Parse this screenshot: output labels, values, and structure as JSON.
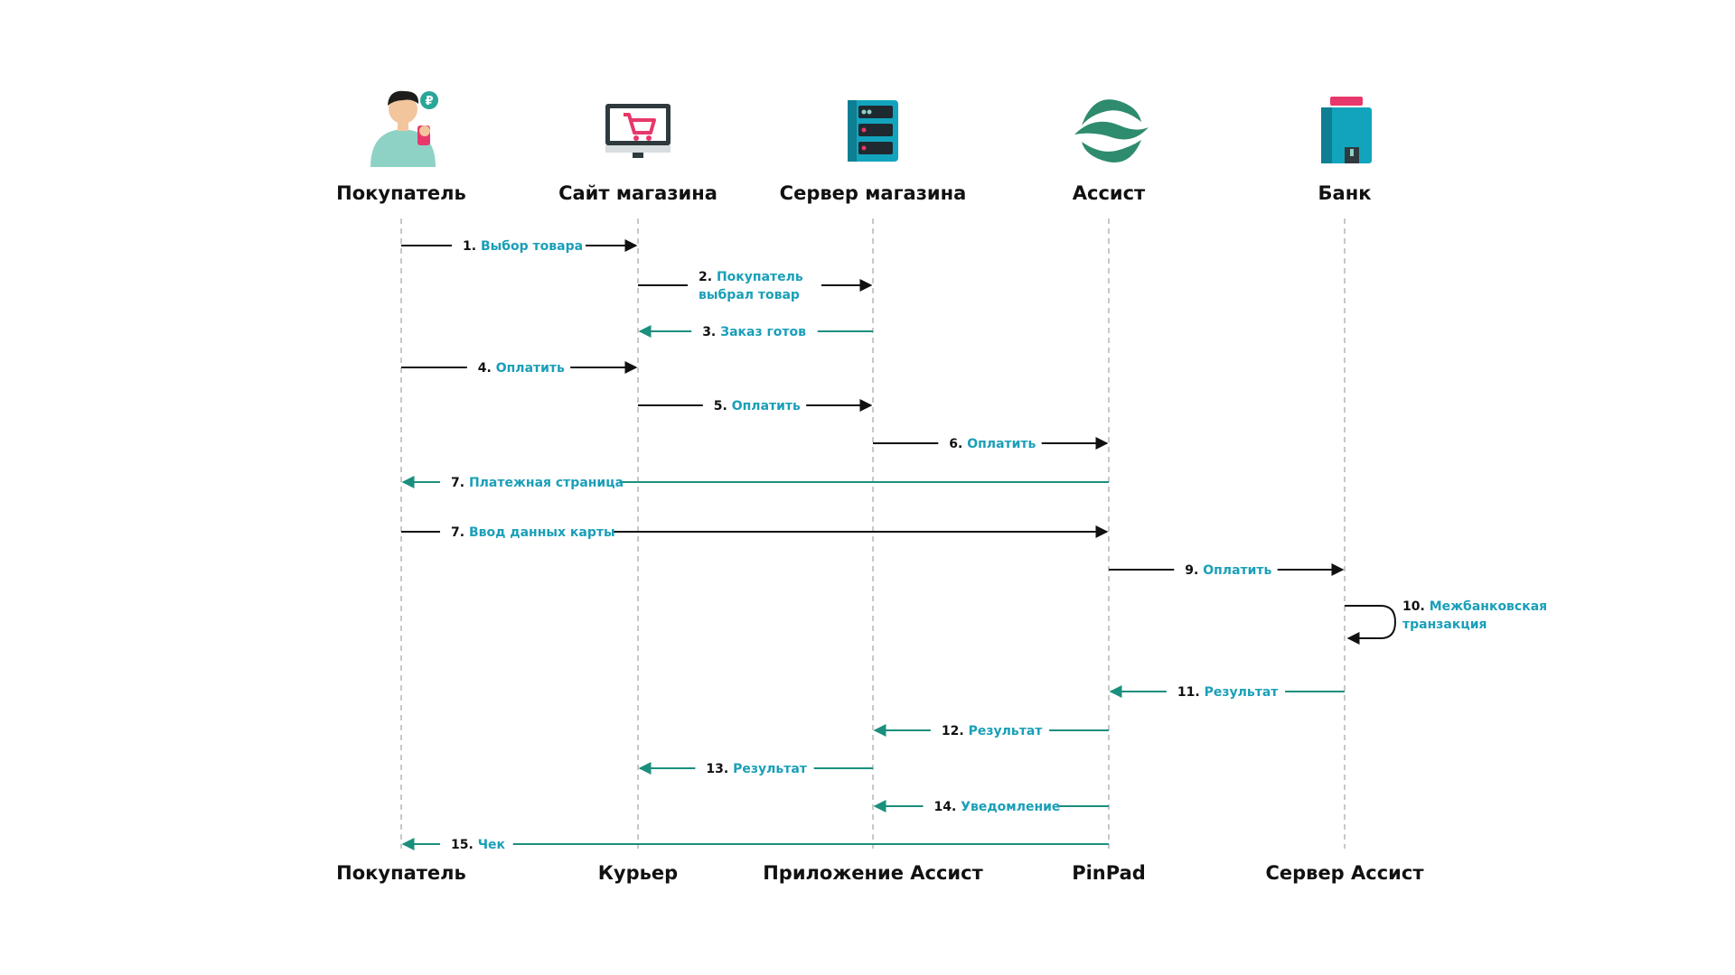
{
  "colors": {
    "request_arrow": "#111111",
    "response_arrow": "#1b8f7e",
    "label_text": "#1a9fb8",
    "lifeline": "#b5b5b5"
  },
  "actors": [
    {
      "top": "Покупатель",
      "bottom": "Покупатель",
      "icon": "customer-with-phone-icon"
    },
    {
      "top": "Сайт магазина",
      "bottom": "Курьер",
      "icon": "shop-website-monitor-icon"
    },
    {
      "top": "Сервер магазина",
      "bottom": "Приложение Ассист",
      "icon": "server-rack-icon"
    },
    {
      "top": "Ассист",
      "bottom": "PinPad",
      "icon": "assist-logo-icon"
    },
    {
      "top": "Банк",
      "bottom": "Сервер Ассист",
      "icon": "bank-building-icon"
    }
  ],
  "messages": [
    {
      "num": "1.",
      "lines": [
        "Выбор товара"
      ],
      "from": 0,
      "to": 1,
      "kind": "request"
    },
    {
      "num": "2.",
      "lines": [
        "Покупатель",
        "выбрал товар"
      ],
      "from": 1,
      "to": 2,
      "kind": "request"
    },
    {
      "num": "3.",
      "lines": [
        "Заказ готов"
      ],
      "from": 2,
      "to": 1,
      "kind": "response"
    },
    {
      "num": "4.",
      "lines": [
        "Оплатить"
      ],
      "from": 0,
      "to": 1,
      "kind": "request"
    },
    {
      "num": "5.",
      "lines": [
        "Оплатить"
      ],
      "from": 1,
      "to": 2,
      "kind": "request"
    },
    {
      "num": "6.",
      "lines": [
        "Оплатить"
      ],
      "from": 2,
      "to": 3,
      "kind": "request"
    },
    {
      "num": "7.",
      "lines": [
        "Платежная страница"
      ],
      "from": 3,
      "to": 0,
      "kind": "response"
    },
    {
      "num": "7.",
      "lines": [
        "Ввод данных карты"
      ],
      "from": 0,
      "to": 3,
      "kind": "request"
    },
    {
      "num": "9.",
      "lines": [
        "Оплатить"
      ],
      "from": 3,
      "to": 4,
      "kind": "request"
    },
    {
      "num": "10.",
      "lines": [
        "Межбанковская",
        "транзакция"
      ],
      "from": 4,
      "to": 4,
      "kind": "self"
    },
    {
      "num": "11.",
      "lines": [
        "Результат"
      ],
      "from": 4,
      "to": 3,
      "kind": "response"
    },
    {
      "num": "12.",
      "lines": [
        "Результат"
      ],
      "from": 3,
      "to": 2,
      "kind": "response"
    },
    {
      "num": "13.",
      "lines": [
        "Результат"
      ],
      "from": 2,
      "to": 1,
      "kind": "response"
    },
    {
      "num": "14.",
      "lines": [
        "Уведомление"
      ],
      "from": 3,
      "to": 2,
      "kind": "response"
    },
    {
      "num": "15.",
      "lines": [
        "Чек"
      ],
      "from": 3,
      "to": 0,
      "kind": "response"
    }
  ]
}
